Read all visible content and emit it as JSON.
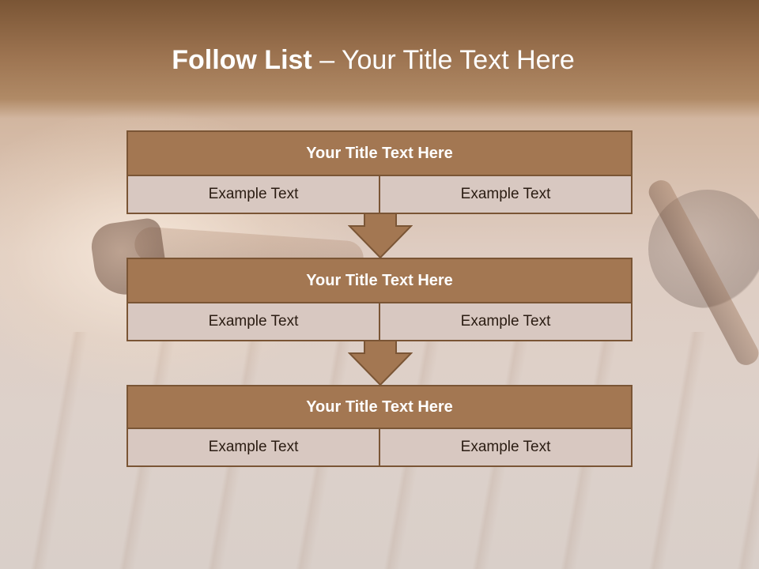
{
  "slide": {
    "title_bold": "Follow List",
    "title_rest": " – Your Title Text Here"
  },
  "blocks": [
    {
      "title": "Your Title Text Here",
      "cells": [
        "Example Text",
        "Example Text"
      ]
    },
    {
      "title": "Your Title Text Here",
      "cells": [
        "Example Text",
        "Example Text"
      ]
    },
    {
      "title": "Your Title Text Here",
      "cells": [
        "Example Text",
        "Example Text"
      ]
    }
  ],
  "colors": {
    "header_fill": "#a37752",
    "border": "#7a5535",
    "cell_fill": "#d8c8c1",
    "arrow_fill": "#a37752"
  },
  "icons": {
    "arrow": "down-arrow-icon"
  }
}
